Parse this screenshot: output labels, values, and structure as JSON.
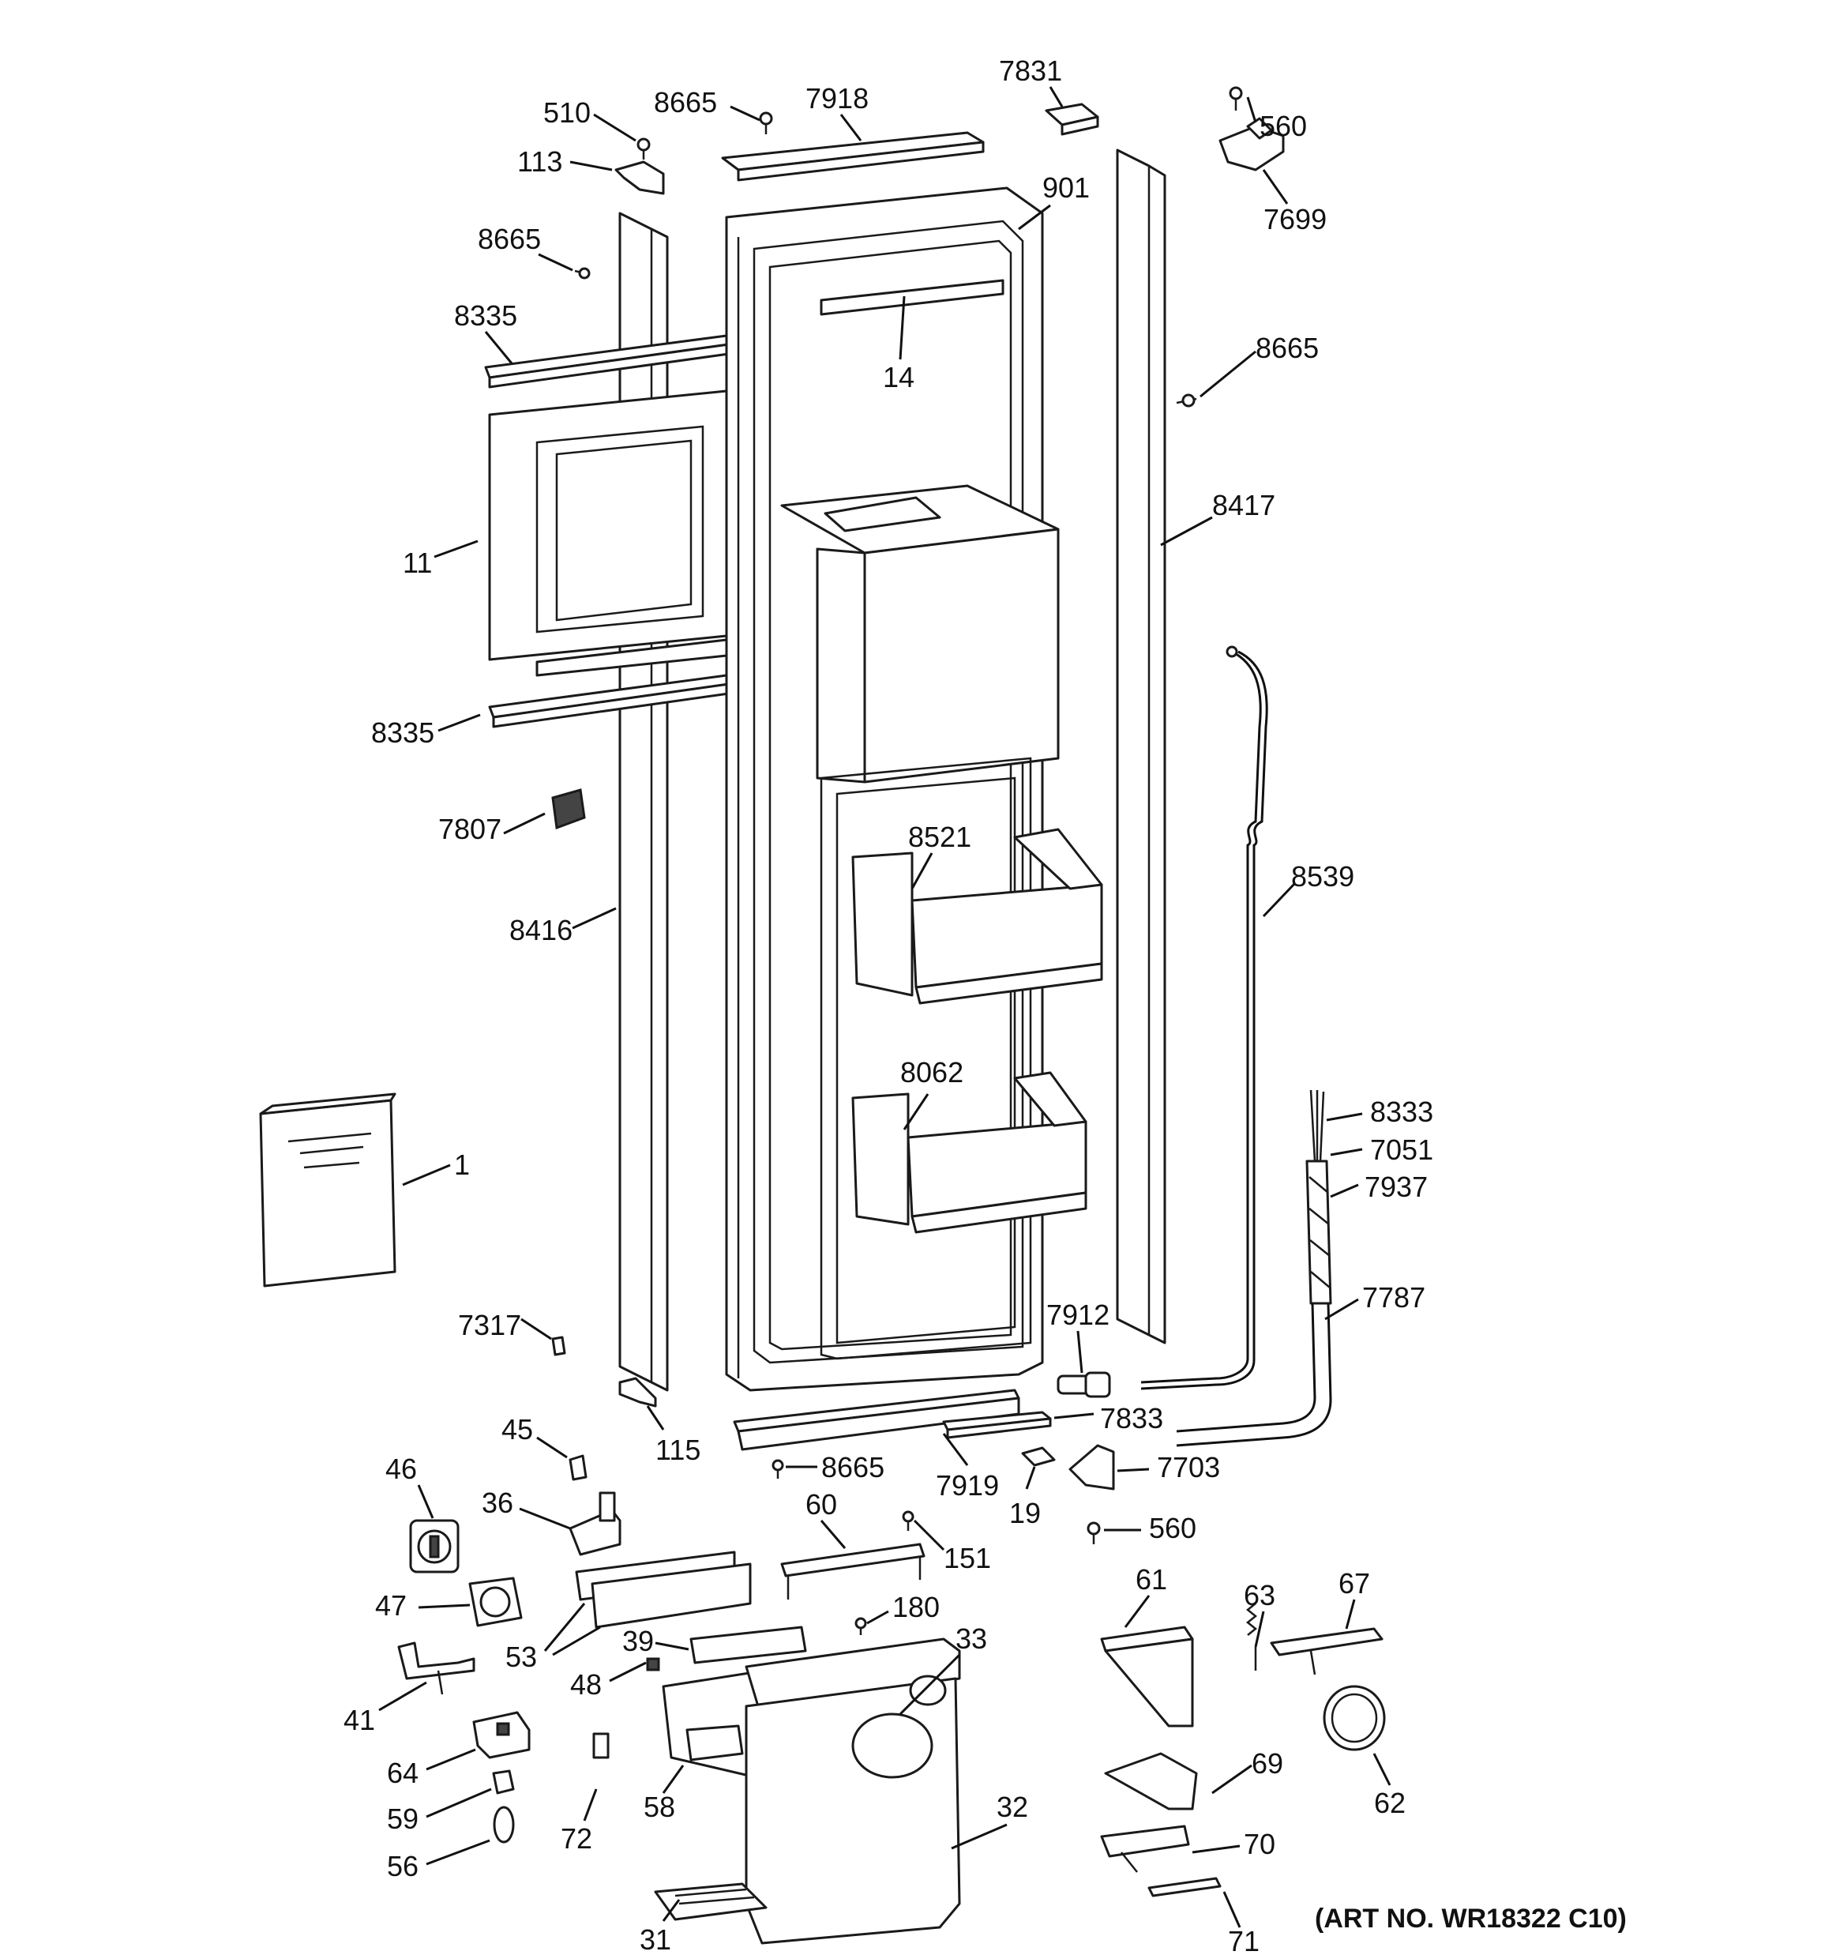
{
  "art_number": "(ART NO. WR18322 C10)",
  "labels": {
    "l7831": "7831",
    "l7918": "7918",
    "l8665a": "8665",
    "l510": "510",
    "l560a": "560",
    "l113": "113",
    "l7699": "7699",
    "l901": "901",
    "l8665b": "8665",
    "l8335a": "8335",
    "l14": "14",
    "l8665c": "8665",
    "l8417": "8417",
    "l11": "11",
    "l8335b": "8335",
    "l7807": "7807",
    "l8521": "8521",
    "l8539": "8539",
    "l8416": "8416",
    "l8062": "8062",
    "l8333": "8333",
    "l7051": "7051",
    "l7937": "7937",
    "l1": "1",
    "l7787": "7787",
    "l7912": "7912",
    "l7317": "7317",
    "l7833": "7833",
    "l45": "45",
    "l115": "115",
    "l8665d": "8665",
    "l7919": "7919",
    "l7703": "7703",
    "l46": "46",
    "l19": "19",
    "l36": "36",
    "l60": "60",
    "l151": "151",
    "l560b": "560",
    "l47": "47",
    "l61": "61",
    "l63": "63",
    "l67": "67",
    "l180": "180",
    "l53": "53",
    "l39": "39",
    "l33": "33",
    "l41": "41",
    "l48": "48",
    "l64": "64",
    "l69": "69",
    "l62": "62",
    "l59": "59",
    "l58": "58",
    "l72": "72",
    "l32": "32",
    "l70": "70",
    "l56": "56",
    "l31": "31",
    "l71": "71"
  }
}
